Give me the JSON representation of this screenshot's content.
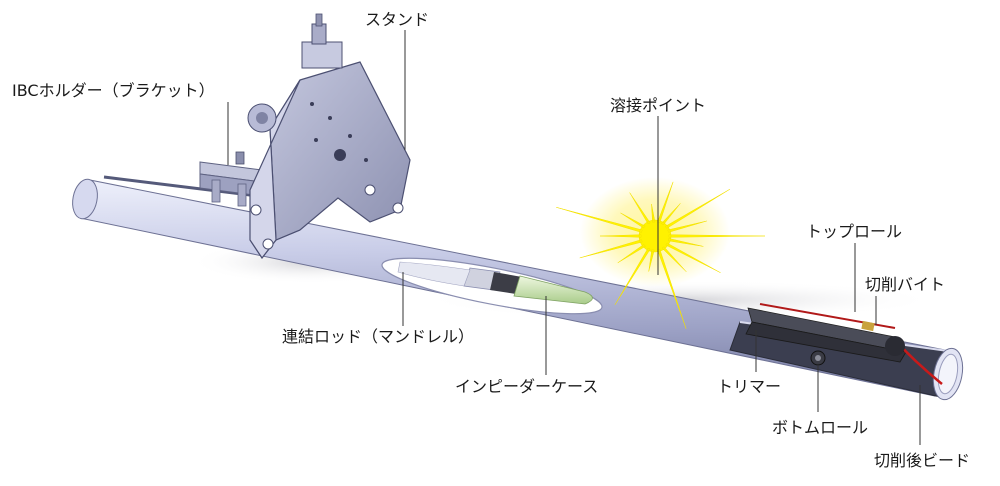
{
  "labels": {
    "stand": "スタンド",
    "ibc_holder": "IBCホルダー（ブラケット）",
    "weld_point": "溶接ポイント",
    "top_roll": "トップロール",
    "cutting_bite": "切削バイト",
    "mandrel": "連結ロッド（マンドレル）",
    "impeder_case": "インピーダーケース",
    "trimmer": "トリマー",
    "bottom_roll": "ボトムロール",
    "cut_bead": "切削後ビード"
  }
}
